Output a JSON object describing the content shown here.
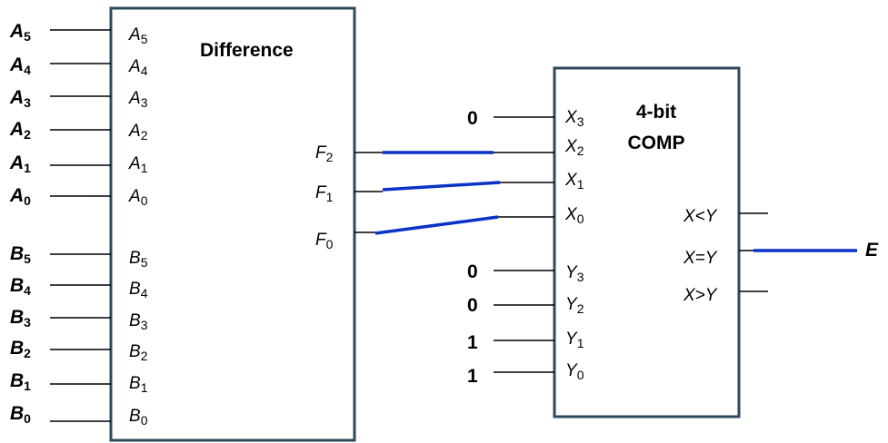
{
  "colors": {
    "box_border": "#2e4a5a",
    "wire": "#000000",
    "bus": "#0b33c8"
  },
  "difference_block": {
    "title": "Difference",
    "a_inputs": [
      {
        "ext": "A",
        "sub": "5",
        "pin": "A",
        "psub": "5"
      },
      {
        "ext": "A",
        "sub": "4",
        "pin": "A",
        "psub": "4"
      },
      {
        "ext": "A",
        "sub": "3",
        "pin": "A",
        "psub": "3"
      },
      {
        "ext": "A",
        "sub": "2",
        "pin": "A",
        "psub": "2"
      },
      {
        "ext": "A",
        "sub": "1",
        "pin": "A",
        "psub": "1"
      },
      {
        "ext": "A",
        "sub": "0",
        "pin": "A",
        "psub": "0"
      }
    ],
    "b_inputs": [
      {
        "ext": "B",
        "sub": "5",
        "pin": "B",
        "psub": "5"
      },
      {
        "ext": "B",
        "sub": "4",
        "pin": "B",
        "psub": "4"
      },
      {
        "ext": "B",
        "sub": "3",
        "pin": "B",
        "psub": "3"
      },
      {
        "ext": "B",
        "sub": "2",
        "pin": "B",
        "psub": "2"
      },
      {
        "ext": "B",
        "sub": "1",
        "pin": "B",
        "psub": "1"
      },
      {
        "ext": "B",
        "sub": "0",
        "pin": "B",
        "psub": "0"
      }
    ],
    "outputs": [
      {
        "pin": "F",
        "psub": "2"
      },
      {
        "pin": "F",
        "psub": "1"
      },
      {
        "pin": "F",
        "psub": "0"
      }
    ]
  },
  "comp_block": {
    "title_line1": "4-bit",
    "title_line2": "COMP",
    "x_inputs": [
      {
        "const": "0",
        "pin": "X",
        "psub": "3"
      },
      {
        "const": "",
        "pin": "X",
        "psub": "2"
      },
      {
        "const": "",
        "pin": "X",
        "psub": "1"
      },
      {
        "const": "",
        "pin": "X",
        "psub": "0"
      }
    ],
    "y_inputs": [
      {
        "const": "0",
        "pin": "Y",
        "psub": "3"
      },
      {
        "const": "0",
        "pin": "Y",
        "psub": "2"
      },
      {
        "const": "1",
        "pin": "Y",
        "psub": "1"
      },
      {
        "const": "1",
        "pin": "Y",
        "psub": "0"
      }
    ],
    "outputs": [
      "X<Y",
      "X=Y",
      "X>Y"
    ],
    "result_label": "E"
  }
}
